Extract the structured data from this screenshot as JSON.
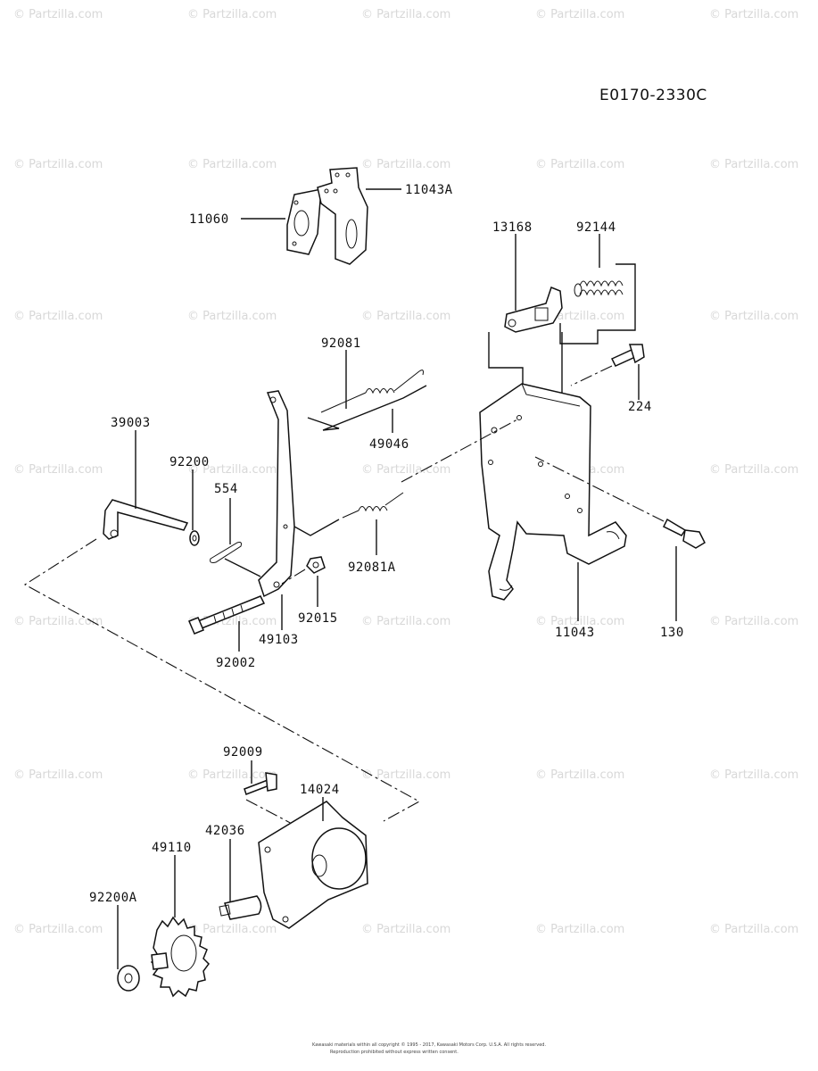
{
  "diagram_code": "E0170-2330C",
  "watermark": "© Partzilla.com",
  "footer": {
    "line1": "Kawasaki materials within all copyright © 1995 - 2017, Kawasaki Motors Corp. U.S.A. All rights reserved.",
    "line2": "Reproduction prohibited without express written consent."
  },
  "parts": {
    "p11043A": "11043A",
    "p11060": "11060",
    "p13168": "13168",
    "p92144": "92144",
    "p92081": "92081",
    "p224": "224",
    "p39003": "39003",
    "p49046": "49046",
    "p92200": "92200",
    "p554": "554",
    "p92081A": "92081A",
    "p92015": "92015",
    "p49103": "49103",
    "p92002": "92002",
    "p11043": "11043",
    "p130": "130",
    "p92009": "92009",
    "p14024": "14024",
    "p42036": "42036",
    "p49110": "49110",
    "p92200A": "92200A"
  }
}
